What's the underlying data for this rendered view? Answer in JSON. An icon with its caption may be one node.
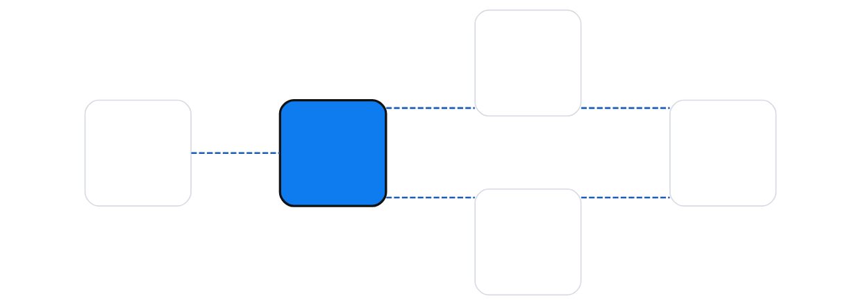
{
  "diagram": {
    "nodes": [
      {
        "text": [],
        "shape": "box"
      },
      {
        "text": [],
        "shape": "box"
      },
      {
        "text": [],
        "shape": "box"
      },
      {
        "text": [],
        "shape": "box"
      },
      {
        "text": [],
        "shape": "box"
      }
    ],
    "edges": [
      {
        "from": 0,
        "to": 1,
        "arrow": "none",
        "style": "dashed"
      },
      {
        "from": 1,
        "to": 2,
        "arrow": "none",
        "style": "dashed"
      },
      {
        "from": 1,
        "to": 3,
        "arrow": "none",
        "style": "dashed"
      },
      {
        "from": 2,
        "to": 4,
        "arrow": "none",
        "style": "dashed"
      },
      {
        "from": 3,
        "to": 4,
        "arrow": "none",
        "style": "dashed"
      }
    ]
  }
}
